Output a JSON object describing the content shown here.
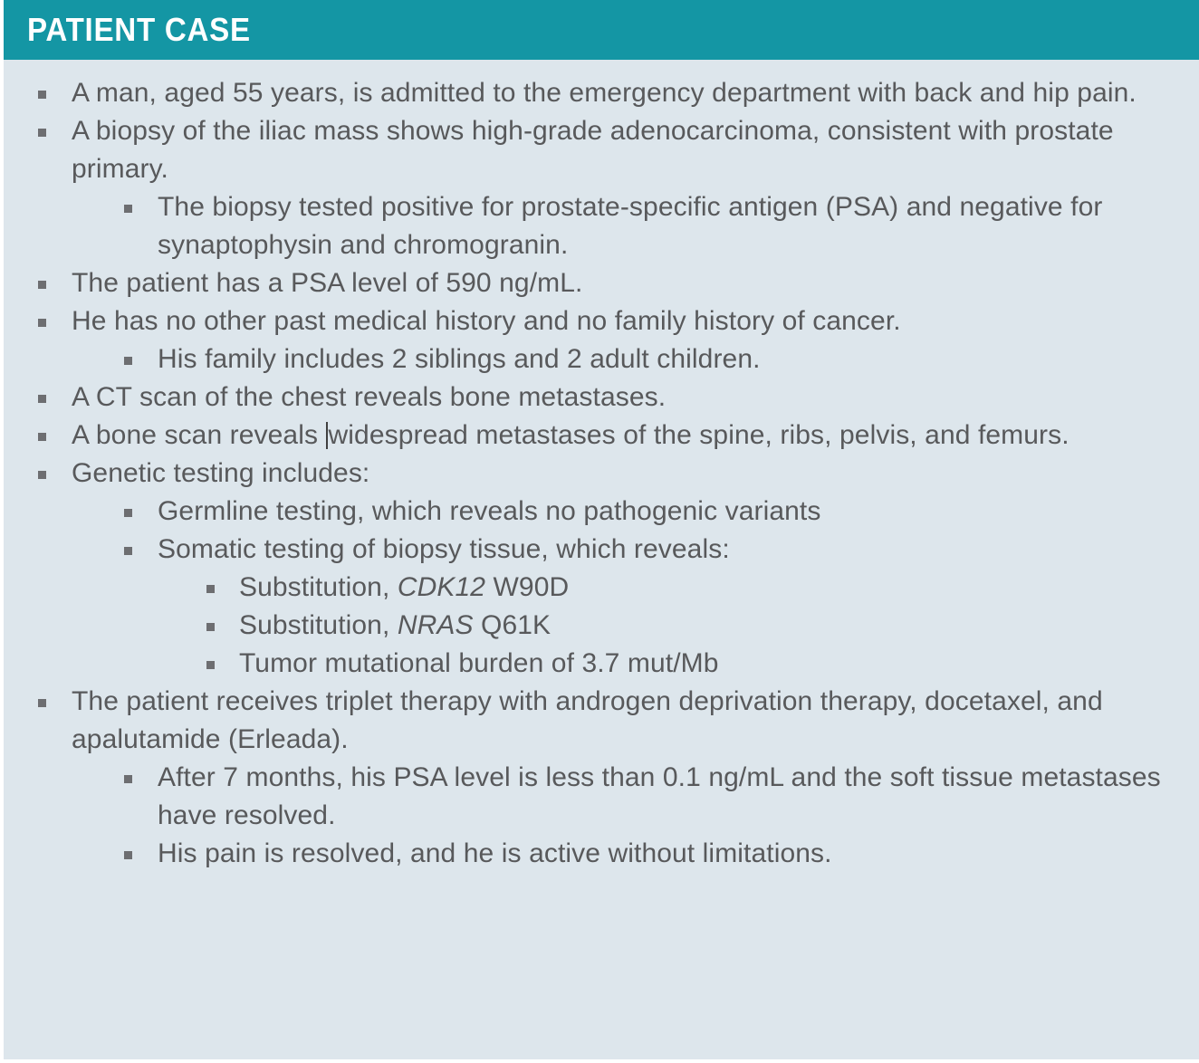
{
  "header": {
    "title": "PATIENT CASE",
    "bar_color": "#1496a4",
    "text_color": "#ffffff"
  },
  "card": {
    "background_color": "#dde6ec",
    "text_color": "#58595b",
    "bullet_color": "#6d6e71"
  },
  "case": {
    "bullets": [
      {
        "level": 1,
        "text": "A man, aged 55 years, is admitted to the emergency department with back and hip pain."
      },
      {
        "level": 1,
        "text": "A biopsy of the iliac mass shows high-grade adenocarcinoma, consistent with prostate primary."
      },
      {
        "level": 2,
        "text": "The biopsy tested positive for prostate-specific antigen (PSA) and negative for synaptophysin and chromogranin."
      },
      {
        "level": 1,
        "text": "The patient has a PSA level of 590 ng/mL."
      },
      {
        "level": 1,
        "text": "He has no other past medical history and no family history of cancer."
      },
      {
        "level": 2,
        "text": "His family includes 2 siblings and 2 adult children."
      },
      {
        "level": 1,
        "text": "A CT scan of the chest reveals bone metastases."
      },
      {
        "level": 1,
        "text_before_caret": "A bone scan reveals ",
        "text_after_caret": "widespread metastases of the spine, ribs, pelvis, and femurs.",
        "has_caret": true
      },
      {
        "level": 1,
        "text": "Genetic testing includes:"
      },
      {
        "level": 2,
        "text": "Germline testing, which reveals no pathogenic variants"
      },
      {
        "level": 2,
        "text": "Somatic testing of biopsy tissue, which reveals:"
      },
      {
        "level": 3,
        "text_pre": "Substitution, ",
        "gene": "CDK12",
        "text_post": " W90D"
      },
      {
        "level": 3,
        "text_pre": "Substitution, ",
        "gene": "NRAS",
        "text_post": " Q61K"
      },
      {
        "level": 3,
        "text": "Tumor mutational burden of 3.7 mut/Mb"
      },
      {
        "level": 1,
        "text": "The patient receives triplet therapy with androgen deprivation therapy, docetaxel, and apalutamide (Erleada)."
      },
      {
        "level": 2,
        "text": "After 7 months, his PSA level is less than 0.1 ng/mL and the soft tissue metastases have resolved."
      },
      {
        "level": 2,
        "text": "His pain is resolved, and he is active without limitations."
      }
    ]
  }
}
